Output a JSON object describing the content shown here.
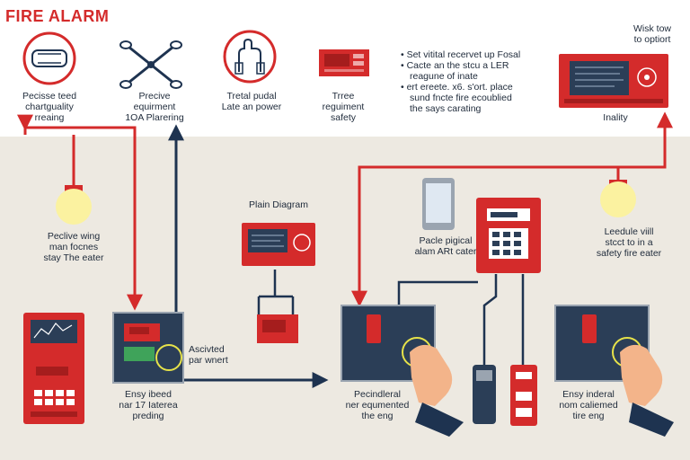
{
  "title": "FIRE ALARM",
  "top_captions": {
    "c1": [
      "Pecisse teed",
      "chartguality",
      "rreaing"
    ],
    "c2": [
      "Precive",
      "equirment",
      "1OA Plarering"
    ],
    "c3": [
      "Tretal pudal",
      "Late an power"
    ],
    "c4": [
      "Trree",
      "reguiment",
      "safety"
    ]
  },
  "bullets": [
    "• Set vitital recervet up Fosal",
    "• Cacte an the stcu a LER",
    "reagune of inate",
    "• ert ereete. x6. s'ort. place",
    "sund fncte fire ecoublied",
    "the says carating"
  ],
  "panel_caption": [
    "Wisk tow",
    "to optiort"
  ],
  "panel_label": "Inality",
  "mid_captions": {
    "left": [
      "Peclive wing",
      "man focnes",
      "stay The eater"
    ],
    "plan": "Plain Diagram",
    "pacle": [
      "Pacle pigical",
      "alam ARt cater"
    ],
    "right": [
      "Leedule viill",
      "stcct to in a",
      "safety fire eater"
    ]
  },
  "bottom_captions": {
    "activated": [
      "Ascivted",
      "par wnert"
    ],
    "b1": [
      "Ensy ibeed",
      "nar 17 Iaterea",
      "preding"
    ],
    "b2": [
      "Pecindleral",
      "ner equmented",
      "the eng"
    ],
    "b3": [
      "Ensy inderal",
      "nom caliemed",
      "tire eng"
    ]
  },
  "colors": {
    "red": "#d42b2b",
    "navy": "#1e3350",
    "yellow": "#fbf2a0",
    "screen": "#2b3e57"
  },
  "icons": [
    "fire-extinguisher-icon",
    "crossed-tools-icon",
    "hand-icon",
    "alarm-panel-icon",
    "smartphone-icon",
    "bulb-icon",
    "hand-press-icon"
  ]
}
